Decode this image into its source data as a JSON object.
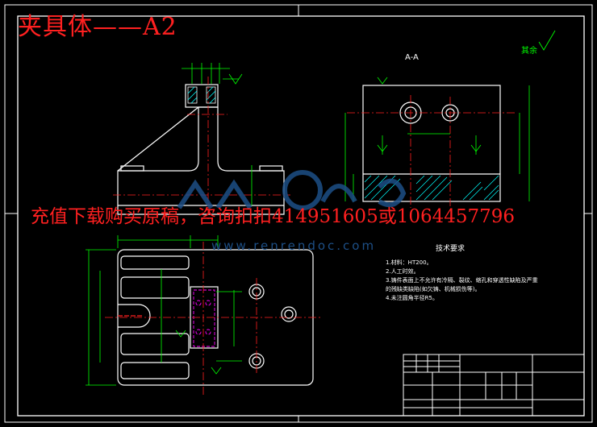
{
  "sheet_title": "夹具体——A2",
  "promo_banner": "充值下载购买原稿，咨询扣扣414951605或1064457796",
  "watermark_url": "www.renrendoc.com",
  "section_label": "A-A",
  "roughness_note": "其余",
  "tech_requirements": {
    "heading": "技术要求",
    "items": [
      "1.材料：HT200。",
      "2.人工时效。",
      "3.铸件表面上不允许有冷隔、裂纹、缩孔和穿透性缺陷及严重",
      "的残缺类缺陷(如欠铸、机械损伤等)。",
      "4.未注圆角半径R5。"
    ]
  },
  "colors": {
    "background": "#000000",
    "outline": "#ffffff",
    "dimension": "#00ff00",
    "centerline": "#ff2020",
    "hatch": "#00ffff",
    "hidden": "#ff00ff",
    "accent_text": "#ffff00",
    "watermark": "#1d4f86"
  }
}
